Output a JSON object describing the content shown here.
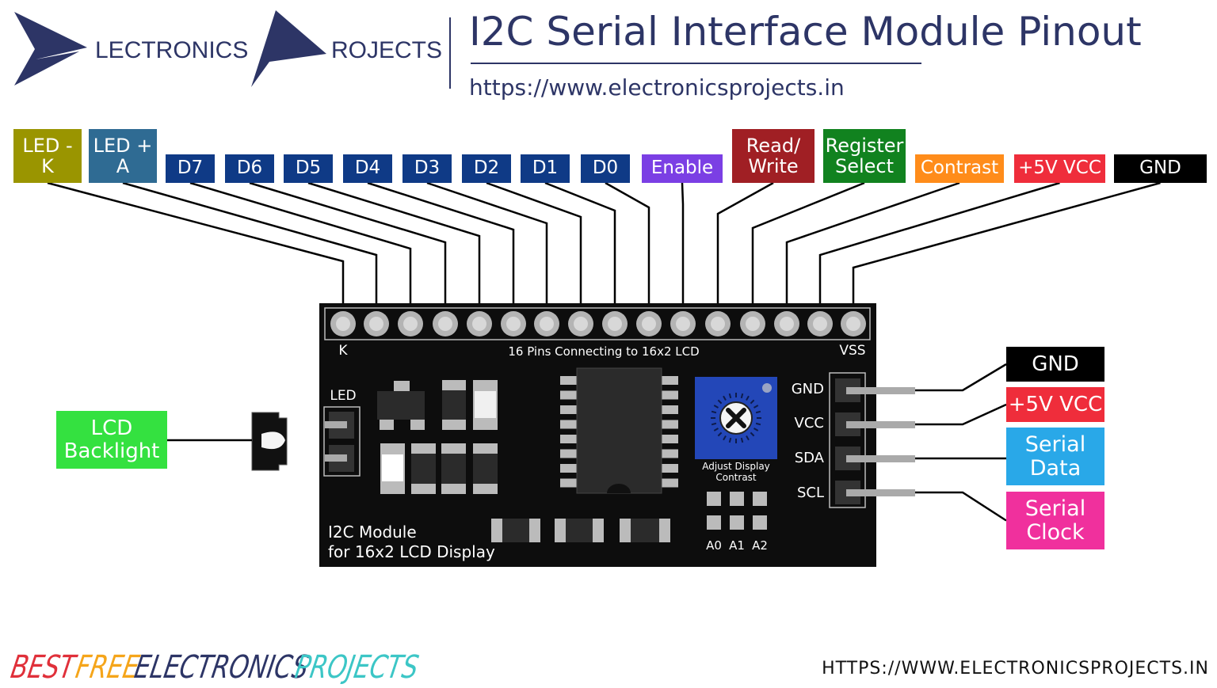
{
  "header": {
    "logo_word_1": "LECTRONICS",
    "logo_word_2": "ROJECTS",
    "title": "I2C Serial Interface Module Pinout",
    "url": "https://www.electronicsprojects.in"
  },
  "top_pins": [
    {
      "l1": "LED -",
      "l2": "K",
      "color": "#9a9500"
    },
    {
      "l1": "LED +",
      "l2": "A",
      "color": "#2f6b93"
    },
    {
      "l1": "D7",
      "l2": "",
      "color": "#0f3a86"
    },
    {
      "l1": "D6",
      "l2": "",
      "color": "#0f3a86"
    },
    {
      "l1": "D5",
      "l2": "",
      "color": "#0f3a86"
    },
    {
      "l1": "D4",
      "l2": "",
      "color": "#0f3a86"
    },
    {
      "l1": "D3",
      "l2": "",
      "color": "#0f3a86"
    },
    {
      "l1": "D2",
      "l2": "",
      "color": "#0f3a86"
    },
    {
      "l1": "D1",
      "l2": "",
      "color": "#0f3a86"
    },
    {
      "l1": "D0",
      "l2": "",
      "color": "#0f3a86"
    },
    {
      "l1": "Enable",
      "l2": "",
      "color": "#7b3fe4"
    },
    {
      "l1": "Read/",
      "l2": "Write",
      "color": "#a01f24"
    },
    {
      "l1": "Register",
      "l2": "Select",
      "color": "#11821f"
    },
    {
      "l1": "Contrast",
      "l2": "",
      "color": "#ff8c1a"
    },
    {
      "l1": "+5V VCC",
      "l2": "",
      "color": "#ef2d3b"
    },
    {
      "l1": "GND",
      "l2": "",
      "color": "#000000"
    }
  ],
  "board": {
    "pin_label_left": "K",
    "pin_label_right": "VSS",
    "pins_caption": "16 Pins Connecting to 16x2 LCD",
    "led_label": "LED",
    "pot_caption_1": "Adjust Display",
    "pot_caption_2": "Contrast",
    "module_line_1": "I2C Module",
    "module_line_2": "for 16x2 LCD Display",
    "addr_labels": [
      "A0",
      "A1",
      "A2"
    ],
    "header_pins": [
      "GND",
      "VCC",
      "SDA",
      "SCL"
    ]
  },
  "side_pins": [
    {
      "l1": "GND",
      "l2": "",
      "color": "#000000"
    },
    {
      "l1": "+5V VCC",
      "l2": "",
      "color": "#ef2d3b"
    },
    {
      "l1": "Serial",
      "l2": "Data",
      "color": "#29a8e8"
    },
    {
      "l1": "Serial",
      "l2": "Clock",
      "color": "#f0309d"
    }
  ],
  "backlight": {
    "l1": "LCD",
    "l2": "Backlight",
    "color": "#34e140"
  },
  "footer": {
    "brand": [
      "BEST",
      "FREE",
      "ELECTRONICS",
      "PROJECTS"
    ],
    "url": "HTTPS://WWW.ELECTRONICSPROJECTS.IN"
  },
  "colors": {
    "board": "#0d0d0d",
    "logo": "#2d3566",
    "pot": "#2347b8"
  }
}
